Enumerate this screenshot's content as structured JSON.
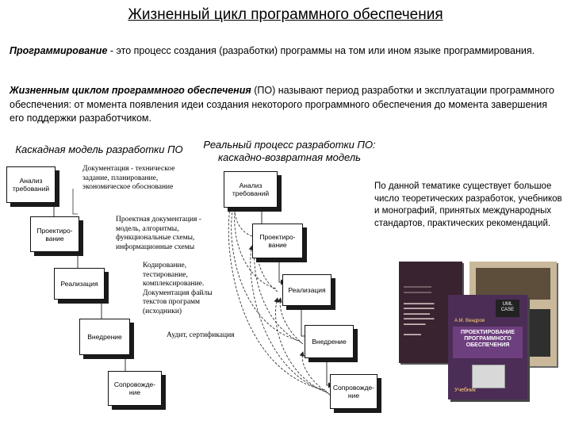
{
  "title": "Жизненный цикл программного обеспечения",
  "para1": {
    "term": "Программирование",
    "text": " - это процесс создания (разработки) программы на том или ином языке программирования."
  },
  "para2": {
    "term": "Жизненным циклом программного обеспечения",
    "text": " (ПО) называют период разработки и эксплуатации программного обеспечения: от момента появления идеи создания некоторого программного обеспечения до момента завершения его поддержки разработчиком."
  },
  "waterfall": {
    "caption": "Каскадная модель разработки ПО",
    "stages": [
      "Анализ требований",
      "Проектиро-вание",
      "Реализация",
      "Внедрение",
      "Сопровожде-ние"
    ],
    "notes": [
      "Документация - техническое задание, планирование, экономическое обоснование",
      "Проектная документация - модель, алгоритмы, функциональные схемы, информационные схемы",
      "Кодирование, тестирование, комплексирование. Документация файлы текстов программ (исходники)",
      "Аудит, сертификация"
    ]
  },
  "real": {
    "caption": "Реальный процесс разработки ПО: каскадно-возвратная модель",
    "stages": [
      "Анализ требований",
      "Проектиро-вание",
      "Реализация",
      "Внедрение",
      "Сопровожде-ние"
    ]
  },
  "side_text": "По данной тематике существует большое число теоретических разработок, учебников и монографий, принятых международных стандартов, практических рекомендаций.",
  "books": {
    "book3_badge": "UML CASE",
    "book3_author": "А.М. Вендров",
    "book3_title": "ПРОЕКТИРОВАНИЕ ПРОГРАММНОГО ОБЕСПЕЧЕНИЯ",
    "book3_footer": "Учебник"
  }
}
